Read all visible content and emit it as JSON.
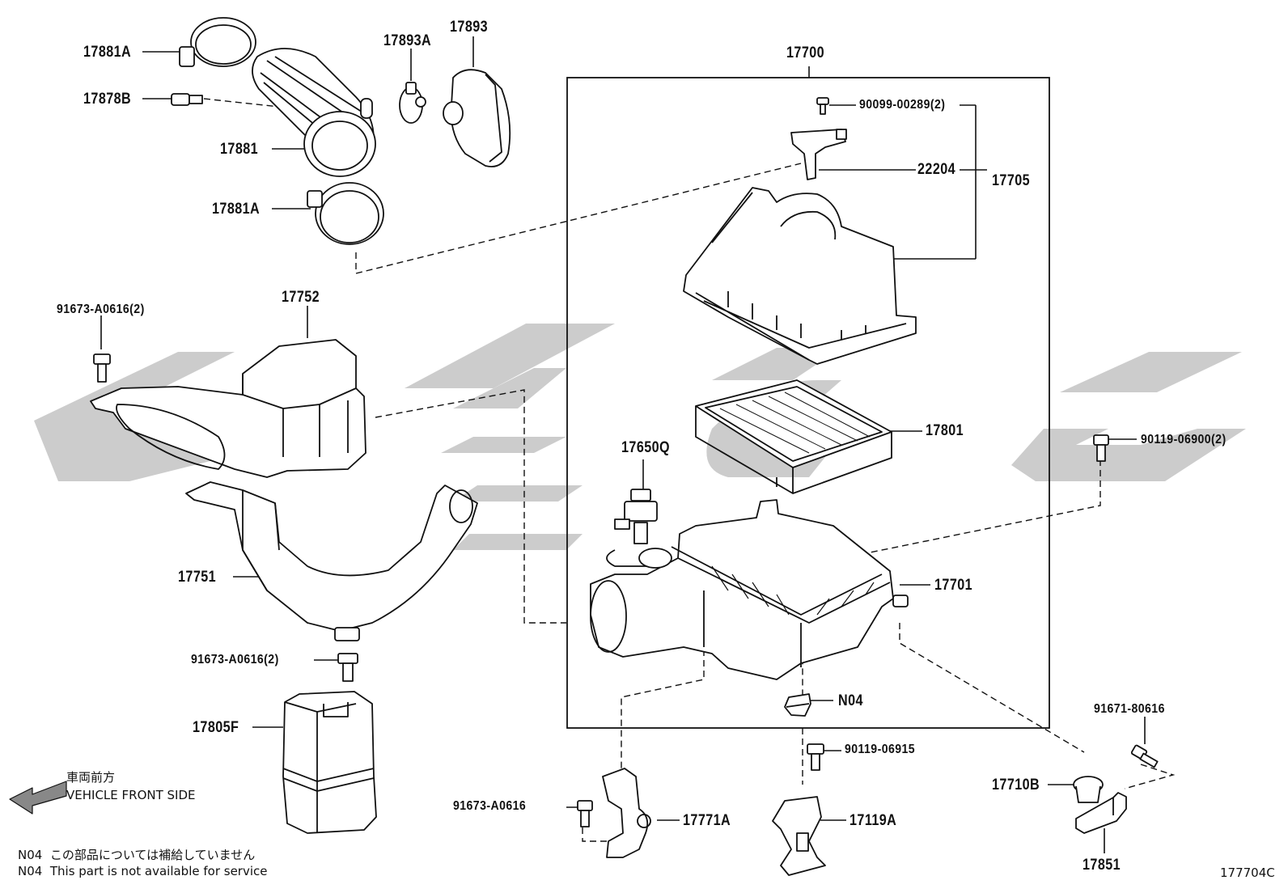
{
  "diagram_id": "177704C",
  "callouts": [
    {
      "id": "c17881A_top",
      "text": "17881A"
    },
    {
      "id": "c17878B",
      "text": "17878B"
    },
    {
      "id": "c17881",
      "text": "17881"
    },
    {
      "id": "c17881A_bot",
      "text": "17881A"
    },
    {
      "id": "c17893A",
      "text": "17893A"
    },
    {
      "id": "c17893",
      "text": "17893"
    },
    {
      "id": "c17700",
      "text": "17700"
    },
    {
      "id": "c90099",
      "text": "90099-00289(2)"
    },
    {
      "id": "c22204",
      "text": "22204"
    },
    {
      "id": "c17705",
      "text": "17705"
    },
    {
      "id": "c91673_top",
      "text": "91673-A0616(2)"
    },
    {
      "id": "c17752",
      "text": "17752"
    },
    {
      "id": "c17801",
      "text": "17801"
    },
    {
      "id": "c17650Q",
      "text": "17650Q"
    },
    {
      "id": "c90119_06900",
      "text": "90119-06900(2)"
    },
    {
      "id": "c17751",
      "text": "17751"
    },
    {
      "id": "c17701",
      "text": "17701"
    },
    {
      "id": "c91673_mid",
      "text": "91673-A0616(2)"
    },
    {
      "id": "cN04",
      "text": "N04"
    },
    {
      "id": "c17805F",
      "text": "17805F"
    },
    {
      "id": "c91671",
      "text": "91671-80616"
    },
    {
      "id": "c90119_06915",
      "text": "90119-06915"
    },
    {
      "id": "c17710B",
      "text": "17710B"
    },
    {
      "id": "c91673_bot",
      "text": "91673-A0616"
    },
    {
      "id": "c17771A",
      "text": "17771A"
    },
    {
      "id": "c17119A",
      "text": "17119A"
    },
    {
      "id": "c17851",
      "text": "17851"
    }
  ],
  "front_indicator": {
    "japanese": "車両前方",
    "english": "VEHICLE FRONT SIDE"
  },
  "notes": [
    {
      "code": "N04",
      "text": "この部品については補給していません"
    },
    {
      "code": "N04",
      "text": "This part is not available for service"
    }
  ]
}
